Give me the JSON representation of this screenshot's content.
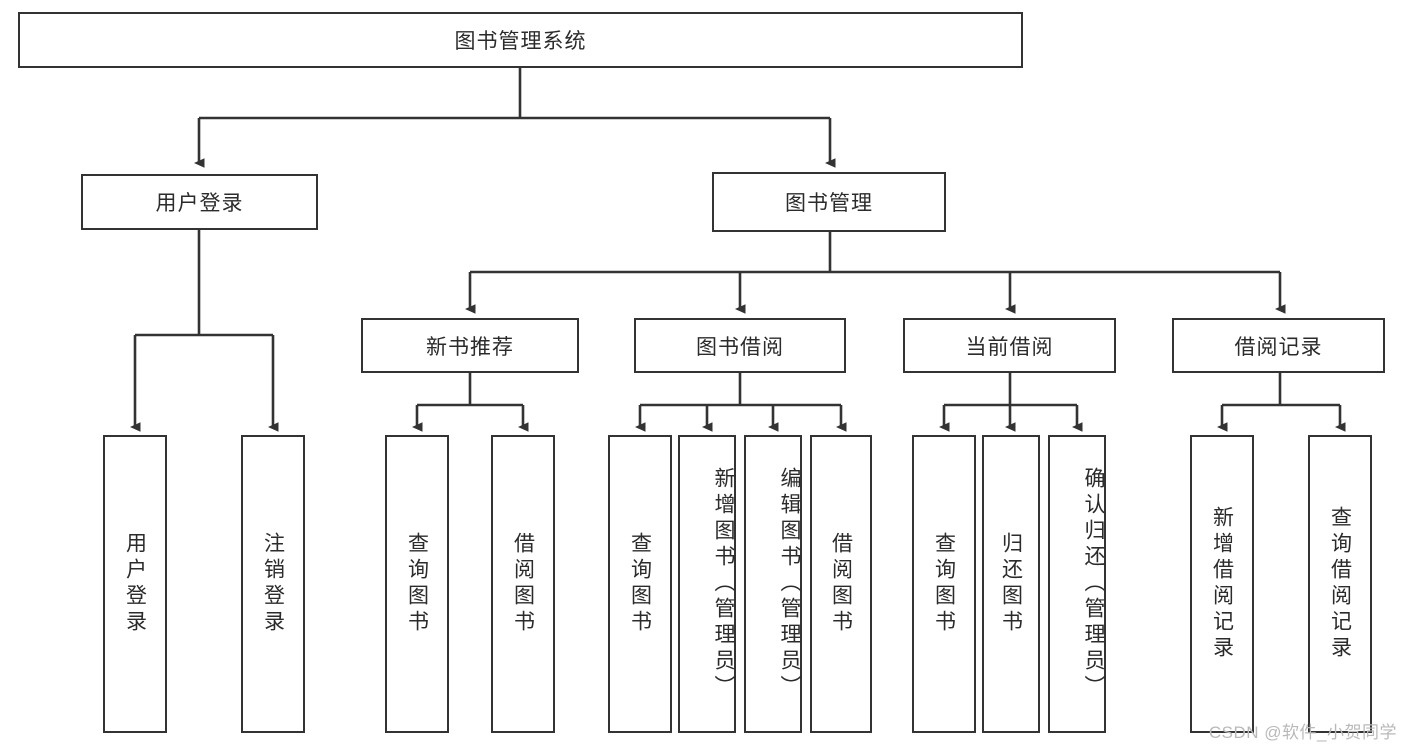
{
  "diagram": {
    "title_node": {
      "label": "图书管理系统"
    },
    "level2": [
      {
        "id": "user-login",
        "label": "用户登录"
      },
      {
        "id": "book-manage",
        "label": "图书管理"
      }
    ],
    "level3": [
      {
        "id": "new-book-recommend",
        "label": "新书推荐"
      },
      {
        "id": "book-borrow",
        "label": "图书借阅"
      },
      {
        "id": "current-borrow",
        "label": "当前借阅"
      },
      {
        "id": "borrow-record",
        "label": "借阅记录"
      }
    ],
    "leaves": {
      "user_login": [
        {
          "id": "leaf-user-login",
          "label": "用户登录"
        },
        {
          "id": "leaf-logout-login",
          "label": "注销登录"
        }
      ],
      "new_book_recommend": [
        {
          "id": "leaf-query-book-1",
          "label": "查询图书"
        },
        {
          "id": "leaf-borrow-book-1",
          "label": "借阅图书"
        }
      ],
      "book_borrow": [
        {
          "id": "leaf-query-book-2",
          "label": "查询图书"
        },
        {
          "id": "leaf-add-book",
          "label": "新增图书（管理员）"
        },
        {
          "id": "leaf-edit-book",
          "label": "编辑图书（管理员）"
        },
        {
          "id": "leaf-borrow-book-2",
          "label": "借阅图书"
        }
      ],
      "current_borrow": [
        {
          "id": "leaf-query-book-3",
          "label": "查询图书"
        },
        {
          "id": "leaf-return-book",
          "label": "归还图书"
        },
        {
          "id": "leaf-confirm-return",
          "label": "确认归还（管理员）"
        }
      ],
      "borrow_record": [
        {
          "id": "leaf-add-record",
          "label": "新增借阅记录"
        },
        {
          "id": "leaf-query-record",
          "label": "查询借阅记录"
        }
      ]
    }
  },
  "watermark": {
    "text": "CSDN @软件_小贺同学"
  },
  "colors": {
    "stroke": "#333333",
    "text": "#2b2b2b",
    "background": "#ffffff",
    "watermark": "#b9b9b9"
  }
}
